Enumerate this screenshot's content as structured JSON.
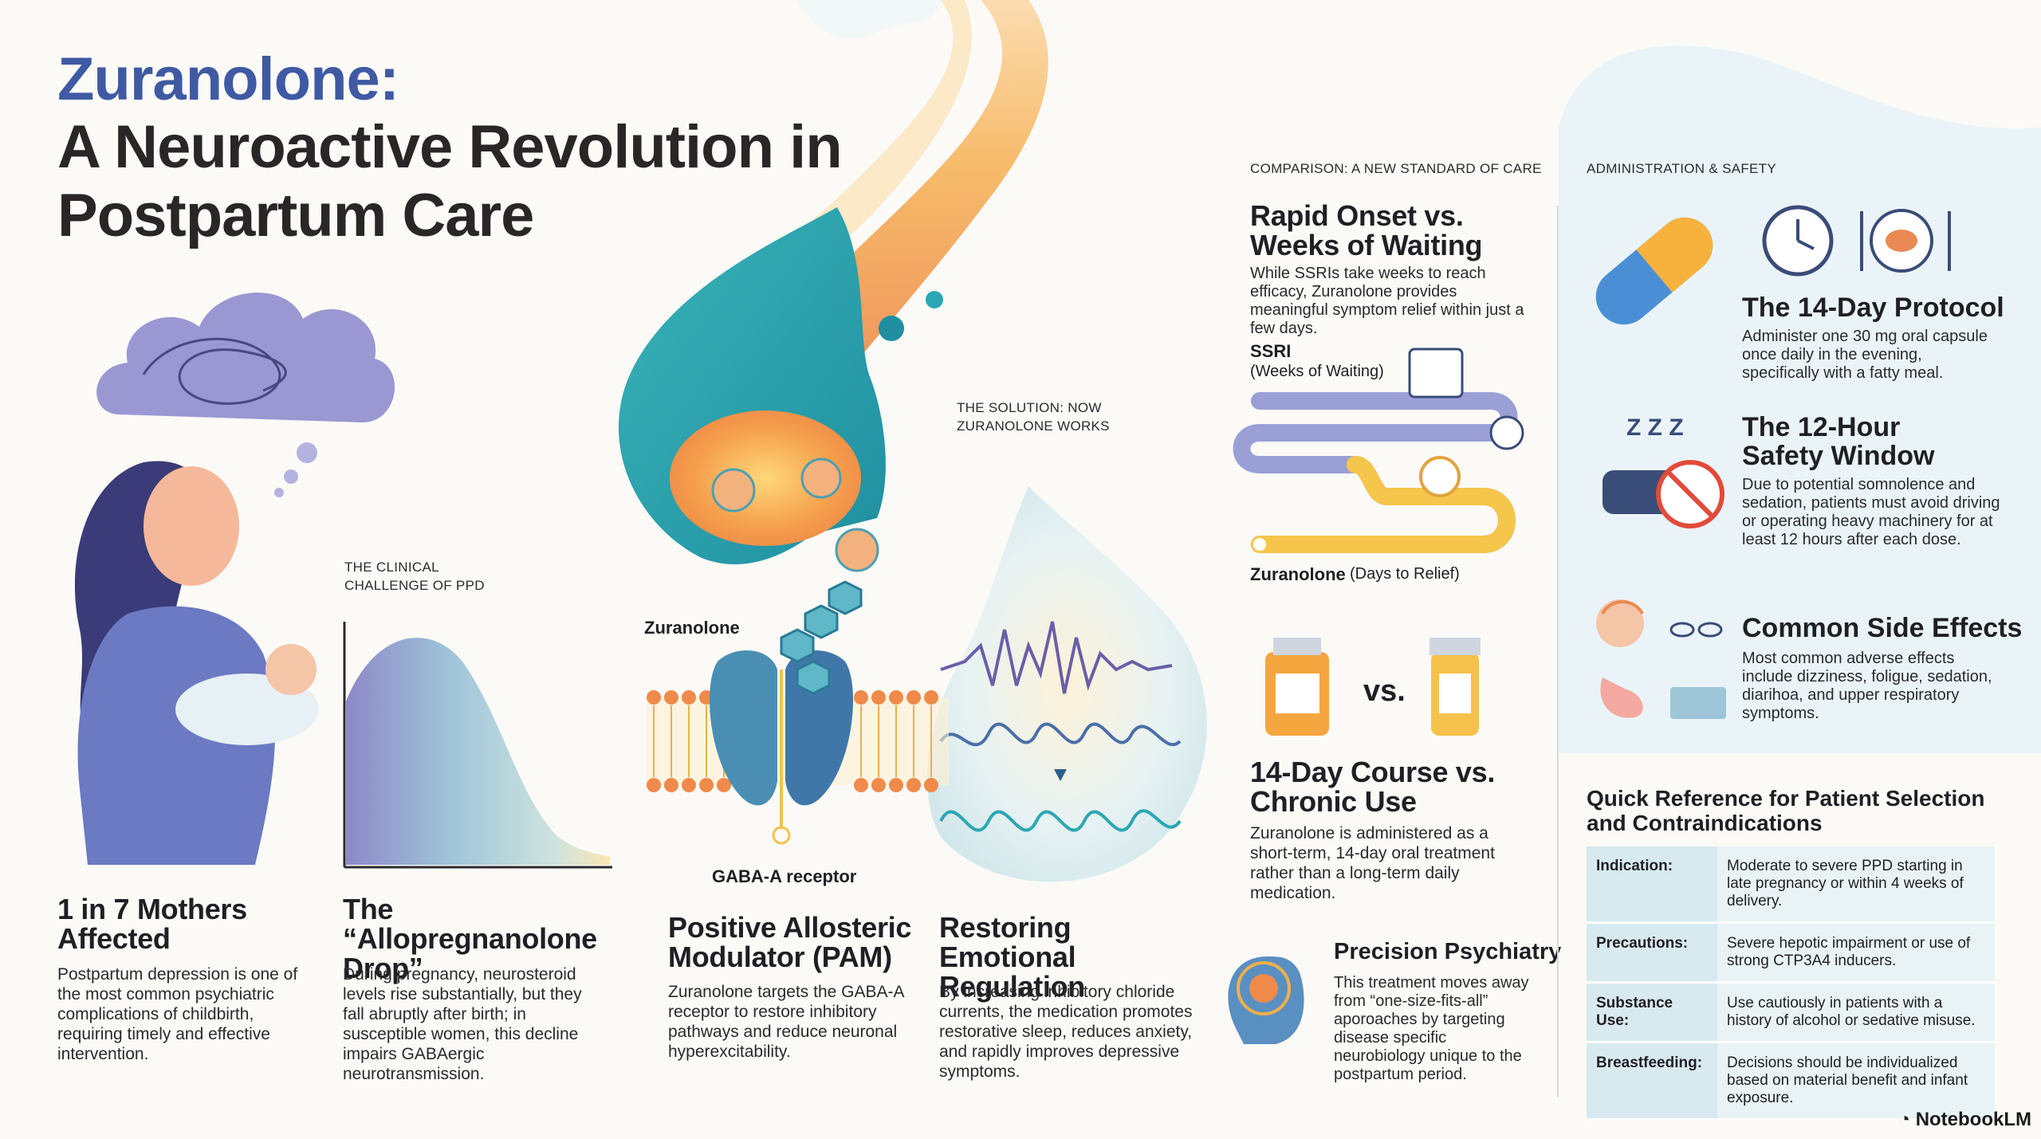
{
  "title": {
    "line1": "Zuranolone:",
    "line2": "A Neuroactive Revolution in Postpartum Care"
  },
  "col1": {
    "heading": "1 in 7 Mothers Affected",
    "body": "Postpartum depression is one of the most common psychiatric complications of childbirth, requiring timely and effective intervention."
  },
  "col2": {
    "label": "THE CLINICAL CHALLENGE OF PPD",
    "heading": "The “Allopregnanolone Drop”",
    "body": "During pregnancy, neurosteroid levels rise substantially, but they fall abruptly after birth; in susceptible women, this decline impairs GABAergic neurotransmission."
  },
  "col3": {
    "label_solution": "THE SOLUTION: NOW ZURANOLONE WORKS",
    "label_drug": "Zuranolone",
    "label_receptor": "GABA-A receptor",
    "heading": "Positive Allosteric Modulator (PAM)",
    "body": "Zuranolone targets the GABA-A receptor to restore inhibitory pathways and reduce neuronal hyperexcitability."
  },
  "col4": {
    "heading": "Restoring Emotional Regulation",
    "body": "By increasing inhibitory chloride currents, the medication promotes restorative sleep, reduces anxiety, and rapidly improves depressive symptoms."
  },
  "comparison": {
    "label": "COMPARISON: A NEW STANDARD OF CARE",
    "onset_heading": "Rapid Onset vs. Weeks of Waiting",
    "onset_body": "While SSRIs take weeks to reach efficacy, Zuranolone provides meaningful symptom relief within just a few days.",
    "ssri_label": "SSRI",
    "ssri_sub": "(Weeks of Waiting)",
    "zur_label": "Zuranolone",
    "zur_sub": "(Days to Relief)",
    "vs": "vs.",
    "course_heading": "14-Day Course vs. Chronic Use",
    "course_body": "Zuranolone is administered as a short-term, 14-day oral treatment rather than a long-term daily medication.",
    "precision_heading": "Precision Psychiatry",
    "precision_body": "This treatment moves away from “one-size-fits-all” aporoaches by targeting disease specific neurobiology unique to the postpartum period."
  },
  "admin": {
    "label": "ADMINISTRATION & SAFETY",
    "protocol_heading": "The 14-Day Protocol",
    "protocol_body": "Administer one 30 mg oral capsule once daily in the evening, specifically with a fatty meal.",
    "safety_heading": "The 12-Hour Safety Window",
    "safety_body": "Due to potential somnolence and sedation, patients must avoid driving or operating heavy machinery for at least 12 hours after each dose.",
    "side_heading": "Common Side Effects",
    "side_body": "Most common adverse effects include dizziness, foligue, sedation, diarihoa, and upper respiratory symptoms.",
    "zzz": "Z Z Z"
  },
  "quick_ref": {
    "heading": "Quick Reference for Patient Selection and Contraindications",
    "rows": [
      {
        "k": "Indication:",
        "v": "Moderate to severe PPD starting in late pregnancy or within 4 weeks of delivery."
      },
      {
        "k": "Precautions:",
        "v": "Severe hepotic impairment or use of strong CTP3A4 inducers."
      },
      {
        "k": "Substance Use:",
        "v": "Use cautiously in patients with a history of alcohol or sedative misuse."
      },
      {
        "k": "Breastfeeding:",
        "v": "Decisions should be individualized based on material benefit and infant exposure."
      }
    ]
  },
  "brand": "NotebookLM",
  "colors": {
    "title_blue": "#3f5aa3",
    "teal": "#2aa7b3",
    "orange": "#f39a4a",
    "yellow": "#f7c85a",
    "purple": "#6a63b5",
    "panel_blue": "#eaf4f8"
  }
}
